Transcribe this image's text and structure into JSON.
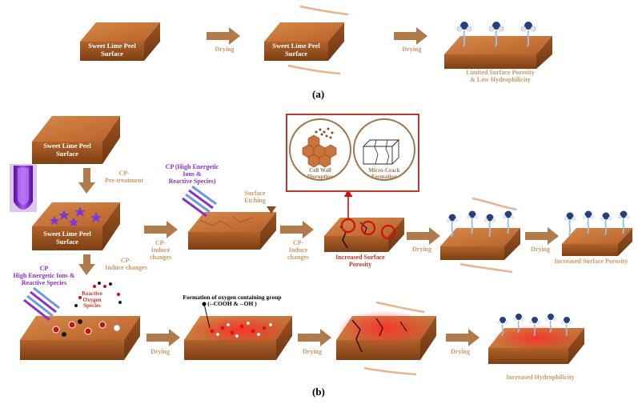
{
  "panel_a": {
    "label": "(a)",
    "slab1_text_line1": "Sweet Lime Peel",
    "slab1_text_line2": "Surface",
    "arrow1_label": "Drying",
    "slab2_text_line1": "Sweet Lime Peel",
    "slab2_text_line2": "Surface",
    "arrow2_label": "Drying",
    "result_line1": "Limited Surface Porosity",
    "result_line2": "& Low Hydrophilicity"
  },
  "panel_b": {
    "label": "(b)",
    "top_slab_line1": "Sweet Lime Peel",
    "top_slab_line2": "Surface",
    "cp_pretreat_line1": "CP-",
    "cp_pretreat_line2": "Pre-treatment",
    "mid_slab_line1": "Sweet Lime Peel",
    "mid_slab_line2": "Surface",
    "cp_high_line1": "CP (High Energetic",
    "cp_high_line2": "Ions &",
    "cp_high_line3": "Reactive Species)",
    "cp_induce1_line1": "CP-",
    "cp_induce1_line2": "Induce",
    "cp_induce1_line3": "changes",
    "surface_etch_line1": "Surface",
    "surface_etch_line2": "Etching",
    "cp_induce2_line1": "CP-",
    "cp_induce2_line2": "Induce",
    "cp_induce2_line3": "changes",
    "inset_left_line1": "Cell Wall",
    "inset_left_line2": "Disruption",
    "inset_right_line1": "Micro-Crack",
    "inset_right_line2": "Formation",
    "increased_porosity_line1": "Increased Surface",
    "increased_porosity_line2": "Porosity",
    "drying1": "Drying",
    "drying2": "Drying",
    "increased_surface_porosity": "Increased Surface Porosity",
    "cp_induce3_line1": "CP-",
    "cp_induce3_line2": "Induce changes",
    "cp_low_line1": "CP",
    "cp_low_line2": "High Energetic Ions &",
    "cp_low_line3": "Reactive Species",
    "ros_line1": "Reactive",
    "ros_line2": "Oxygen",
    "ros_line3": "Species",
    "oxygen_group_line1": "Formation of oxygen containing group",
    "oxygen_group_line2": "(--COOH & --OH )",
    "drying3": "Drying",
    "drying4": "Drying",
    "drying5": "Drying",
    "increased_hydrophilicity": "Increased Hydrophilicity"
  },
  "colors": {
    "slab_top": "#c8743a",
    "slab_side": "#8a4a1e",
    "arrow": "#b07a4a",
    "label_tan": "#c89a6a",
    "purple": "#8b2fc9",
    "red": "#c0392b",
    "inset_border": "#c0392b"
  }
}
